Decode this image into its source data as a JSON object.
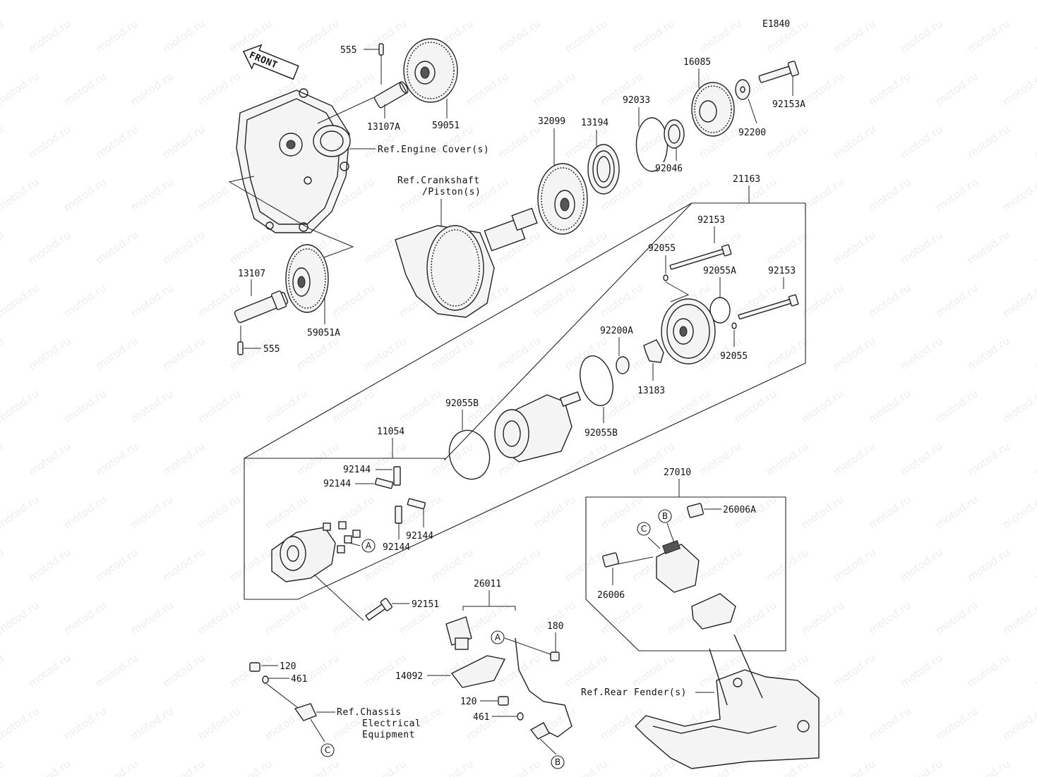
{
  "diagram_code": "E1840",
  "watermark": "motod.ru",
  "front_arrow": "FRONT",
  "parts": {
    "p555_top": "555",
    "p13107A": "13107A",
    "p59051": "59051",
    "p13107": "13107",
    "p59051A": "59051A",
    "p555_bottom": "555",
    "p32099": "32099",
    "p13194": "13194",
    "p92033": "92033",
    "p16085": "16085",
    "p92153A": "92153A",
    "p92046": "92046",
    "p92200": "92200",
    "p21163": "21163",
    "p92153_a": "92153",
    "p92055_a": "92055",
    "p92055A": "92055A",
    "p92153_b": "92153",
    "p92200A": "92200A",
    "p92055_b": "92055",
    "p13183": "13183",
    "p92055B_a": "92055B",
    "p92055B_b": "92055B",
    "p11054": "11054",
    "p92144_a": "92144",
    "p92144_b": "92144",
    "p92144_c": "92144",
    "p92144_d": "92144",
    "p92151": "92151",
    "p26011": "26011",
    "p180": "180",
    "p14092": "14092",
    "p120_a": "120",
    "p461_a": "461",
    "p120_b": "120",
    "p461_b": "461",
    "p27010": "27010",
    "p26006A": "26006A",
    "p26006": "26006"
  },
  "refs": {
    "engine_cover": "Ref.Engine Cover(s)",
    "crankshaft_1": "Ref.Crankshaft",
    "crankshaft_2": "/Piston(s)",
    "chassis_1": "Ref.Chassis",
    "chassis_2": "Electrical",
    "chassis_3": "Equipment",
    "rear_fender": "Ref.Rear Fender(s)"
  },
  "callouts": {
    "a1": "A",
    "a2": "A",
    "b1": "B",
    "b2": "B",
    "c1": "C",
    "c2": "C"
  }
}
